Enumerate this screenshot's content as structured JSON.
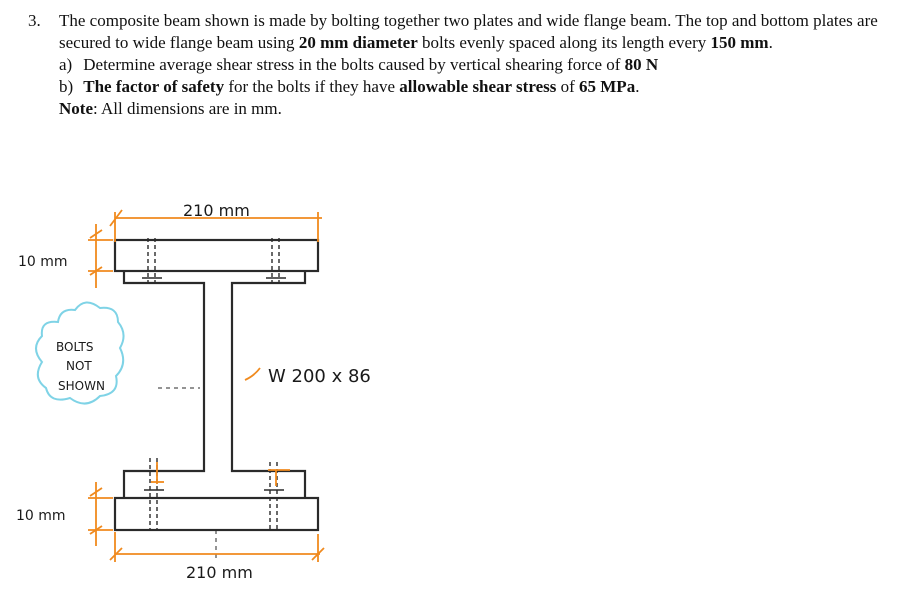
{
  "problem": {
    "number": "3.",
    "intro_1": "The composite beam shown is made by bolting together two plates and wide flange beam. The top and bottom plates are secured to wide flange beam using ",
    "bolt_diameter": "20 mm diameter",
    "intro_2": " bolts evenly spaced along its length every ",
    "spacing": "150 mm",
    "intro_3": ".",
    "part_a_label": "a)",
    "part_a_1": "Determine average shear stress in the bolts caused by vertical shearing force of ",
    "part_a_force": "80 N",
    "part_b_label": "b)",
    "part_b_bold": "The factor of safety",
    "part_b_1": " for the bolts if they have ",
    "part_b_allow": "allowable shear stress",
    "part_b_2": " of ",
    "part_b_value": "65 MPa",
    "part_b_3": ".",
    "note_label": "Note",
    "note_text": ": All dimensions are in mm."
  },
  "figure": {
    "top_width_label": "210 mm",
    "bottom_width_label": "210 mm",
    "top_thickness_label": "10 mm",
    "bottom_thickness_label": "10 mm",
    "bolts_note_line1": "BOLTS",
    "bolts_note_line2": "NOT",
    "bolts_note_line3": "SHOWN",
    "beam_label": "W 200 x 86",
    "colors": {
      "beam": "#2a2a2a",
      "dimension": "#f08a1e",
      "cloud": "#7fd3e6",
      "ink": "#1a1a1a"
    }
  }
}
